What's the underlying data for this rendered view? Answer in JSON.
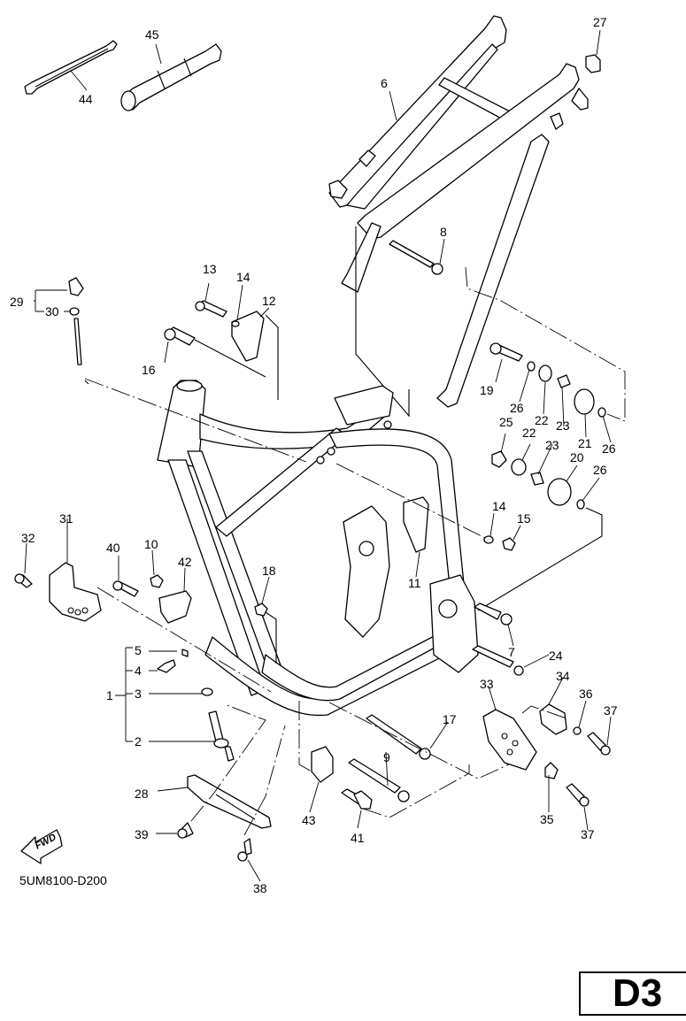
{
  "diagram": {
    "type": "exploded-parts-diagram",
    "subject": "motorcycle frame",
    "drawing_code": "5UM8100-D200",
    "page_id": "D3",
    "direction_indicator": "FWD",
    "callouts": [
      {
        "id": "1",
        "label": "1"
      },
      {
        "id": "2",
        "label": "2"
      },
      {
        "id": "3",
        "label": "3"
      },
      {
        "id": "4",
        "label": "4"
      },
      {
        "id": "5",
        "label": "5"
      },
      {
        "id": "6",
        "label": "6"
      },
      {
        "id": "7",
        "label": "7"
      },
      {
        "id": "8",
        "label": "8"
      },
      {
        "id": "9",
        "label": "9"
      },
      {
        "id": "10",
        "label": "10"
      },
      {
        "id": "11",
        "label": "11"
      },
      {
        "id": "12",
        "label": "12"
      },
      {
        "id": "13",
        "label": "13"
      },
      {
        "id": "14a",
        "label": "14"
      },
      {
        "id": "14b",
        "label": "14"
      },
      {
        "id": "15",
        "label": "15"
      },
      {
        "id": "16",
        "label": "16"
      },
      {
        "id": "17",
        "label": "17"
      },
      {
        "id": "18",
        "label": "18"
      },
      {
        "id": "19",
        "label": "19"
      },
      {
        "id": "20",
        "label": "20"
      },
      {
        "id": "21",
        "label": "21"
      },
      {
        "id": "22a",
        "label": "22"
      },
      {
        "id": "22b",
        "label": "22"
      },
      {
        "id": "23a",
        "label": "23"
      },
      {
        "id": "23b",
        "label": "23"
      },
      {
        "id": "24",
        "label": "24"
      },
      {
        "id": "25",
        "label": "25"
      },
      {
        "id": "26a",
        "label": "26"
      },
      {
        "id": "26b",
        "label": "26"
      },
      {
        "id": "26c",
        "label": "26"
      },
      {
        "id": "27",
        "label": "27"
      },
      {
        "id": "28",
        "label": "28"
      },
      {
        "id": "29",
        "label": "29"
      },
      {
        "id": "30",
        "label": "30"
      },
      {
        "id": "31",
        "label": "31"
      },
      {
        "id": "32",
        "label": "32"
      },
      {
        "id": "33",
        "label": "33"
      },
      {
        "id": "34",
        "label": "34"
      },
      {
        "id": "35",
        "label": "35"
      },
      {
        "id": "36",
        "label": "36"
      },
      {
        "id": "37a",
        "label": "37"
      },
      {
        "id": "37b",
        "label": "37"
      },
      {
        "id": "38",
        "label": "38"
      },
      {
        "id": "39",
        "label": "39"
      },
      {
        "id": "40",
        "label": "40"
      },
      {
        "id": "41",
        "label": "41"
      },
      {
        "id": "42",
        "label": "42"
      },
      {
        "id": "43",
        "label": "43"
      },
      {
        "id": "44",
        "label": "44"
      },
      {
        "id": "45",
        "label": "45"
      }
    ]
  }
}
